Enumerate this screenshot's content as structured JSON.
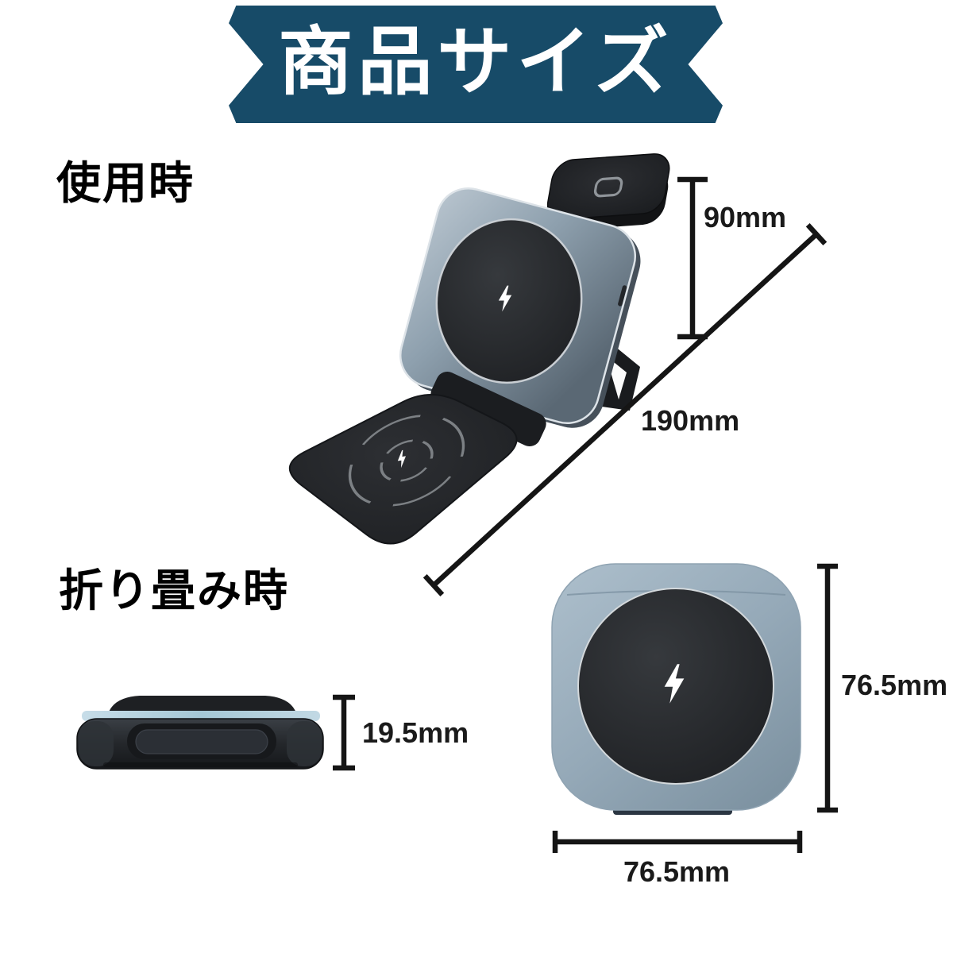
{
  "banner": {
    "title": "商品サイズ"
  },
  "sections": {
    "in_use": {
      "label": "使用時"
    },
    "folded": {
      "label": "折り畳み時"
    }
  },
  "annotations": {
    "in_use_height": "90mm",
    "in_use_length": "190mm",
    "folded_thickness": "19.5mm",
    "folded_front_height": "76.5mm",
    "folded_front_width": "76.5mm"
  },
  "icons": {
    "charging_bolt": "lightning-bolt",
    "watch_pad": "watch-outline"
  },
  "colors": {
    "banner_bg": "#174b68",
    "banner_text": "#ffffff",
    "heading_text": "#000000",
    "dimension_text": "#1a1a1a",
    "dimension_line": "#151515",
    "panel_blue_gray": "#8ea0ae",
    "device_black": "#222428",
    "stripe_blue": "#aecfdd"
  }
}
